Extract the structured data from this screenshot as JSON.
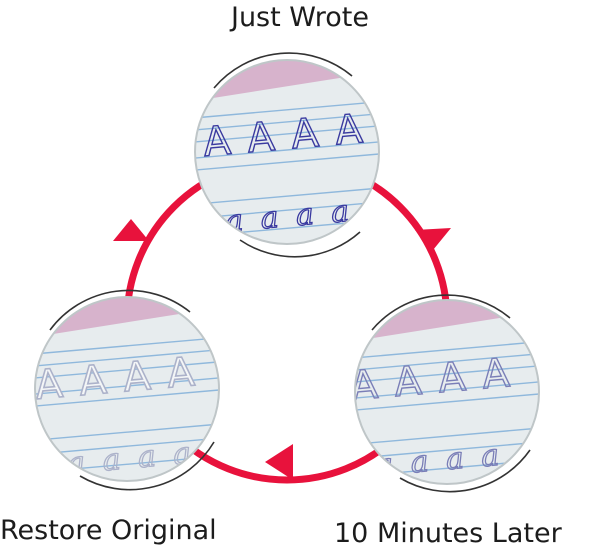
{
  "stages": [
    {
      "label": "Just Wrote",
      "upper": "A A A A",
      "lower": "a a a a",
      "fade": 0.0
    },
    {
      "label": "10 Minutes Later",
      "upper": "A A A A",
      "lower": "a a a a",
      "fade": 0.45
    },
    {
      "label": "Restore Original",
      "upper": "A A A A",
      "lower": "a a a a",
      "fade": 0.8
    }
  ],
  "colors": {
    "cycle": "#e8123c",
    "ink": "#3a3aa0",
    "paper": "#e7ecee",
    "rule": "#8fb8dc",
    "header": "#d7b3cc"
  }
}
